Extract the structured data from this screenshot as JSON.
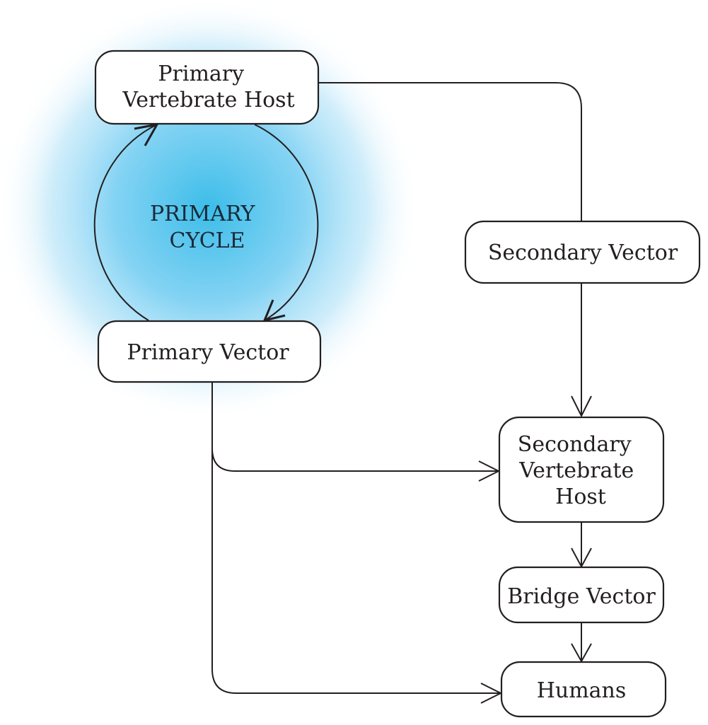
{
  "diagram": {
    "title": "Vector-borne transmission cycle",
    "glow_color": "#3cbde9",
    "cycle_label": [
      "PRIMARY",
      "CYCLE"
    ],
    "nodes": {
      "primary_vertebrate_host": {
        "lines": [
          "Primary",
          "Vertebrate Host"
        ]
      },
      "primary_vector": {
        "lines": [
          "Primary Vector"
        ]
      },
      "secondary_vector": {
        "lines": [
          "Secondary Vector"
        ]
      },
      "secondary_vertebrate_host": {
        "lines": [
          "Secondary",
          "Vertebrate",
          "Host"
        ]
      },
      "bridge_vector": {
        "lines": [
          "Bridge Vector"
        ]
      },
      "humans": {
        "lines": [
          "Humans"
        ]
      }
    },
    "edges": [
      {
        "from": "primary_vector",
        "to": "primary_vertebrate_host",
        "style": "arc"
      },
      {
        "from": "primary_vertebrate_host",
        "to": "primary_vector",
        "style": "arc"
      },
      {
        "from": "primary_vertebrate_host",
        "to": "secondary_vector",
        "style": "line"
      },
      {
        "from": "secondary_vector",
        "to": "secondary_vertebrate_host",
        "style": "arrow"
      },
      {
        "from": "primary_vector",
        "to": "secondary_vertebrate_host",
        "style": "arrow"
      },
      {
        "from": "primary_vector",
        "to": "humans",
        "style": "arrow"
      },
      {
        "from": "secondary_vertebrate_host",
        "to": "bridge_vector",
        "style": "arrow"
      },
      {
        "from": "bridge_vector",
        "to": "humans",
        "style": "arrow"
      }
    ]
  }
}
